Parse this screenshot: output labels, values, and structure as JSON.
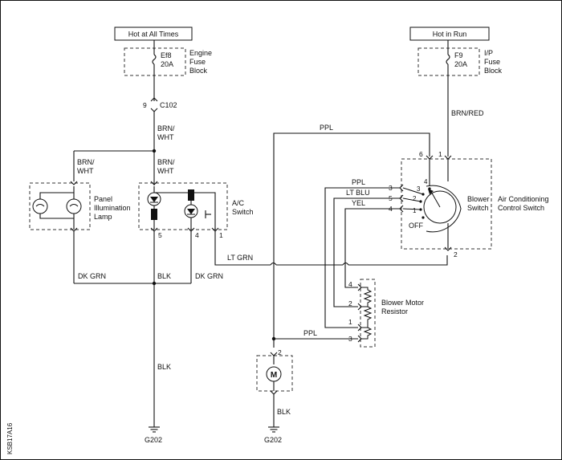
{
  "power": {
    "hot_at_all_times": "Hot at All Times",
    "hot_in_run": "Hot in Run"
  },
  "fuses": {
    "ef8_name": "Ef8",
    "ef8_rating": "20A",
    "engine_block": [
      "Engine",
      "Fuse",
      "Block"
    ],
    "f9_name": "F9",
    "f9_rating": "20A",
    "ip_block": [
      "I/P",
      "Fuse",
      "Block"
    ]
  },
  "connector": {
    "c102_pin": "9",
    "c102_name": "C102"
  },
  "wires": {
    "brn_wht_1": "BRN/",
    "brn_wht_2": "WHT",
    "brn_wht_lamp_1": "BRN/",
    "brn_wht_lamp_2": "WHT",
    "brn_wht_ac_1": "BRN/",
    "brn_wht_ac_2": "WHT",
    "brn_red": "BRN/RED",
    "ppl_top": "PPL",
    "ppl_switch": "PPL",
    "lt_blu": "LT BLU",
    "yel": "YEL",
    "lt_grn": "LT GRN",
    "dk_grn_left": "DK GRN",
    "blk_mid": "BLK",
    "dk_grn_right": "DK GRN",
    "ppl_motor": "PPL",
    "blk_main": "BLK",
    "blk_motor": "BLK"
  },
  "components": {
    "panel_lamp": [
      "Panel",
      "Illumination",
      "Lamp"
    ],
    "ac_switch": [
      "A/C",
      "Switch"
    ],
    "blower_switch": [
      "Blower",
      "Switch"
    ],
    "ac_control_switch": [
      "Air Conditioning",
      "Control Switch"
    ],
    "blower_resistor": [
      "Blower Motor",
      "Resistor"
    ],
    "motor_symbol": "M",
    "off_label": "OFF"
  },
  "pins": {
    "ac_5": "5",
    "ac_4": "4",
    "ac_1": "1",
    "ctrl_6": "6",
    "ctrl_1": "1",
    "ctrl_3": "3",
    "ctrl_5": "5",
    "ctrl_4": "4",
    "ctrl_2": "2",
    "sw_4": "4",
    "sw_3": "3",
    "sw_2": "2",
    "sw_1": "1",
    "res_4": "4",
    "res_2": "2",
    "res_1": "1",
    "res_3": "3",
    "motor_2": "2"
  },
  "grounds": {
    "g202_left": "G202",
    "g202_right": "G202"
  },
  "figure_id": "KSB17A16"
}
